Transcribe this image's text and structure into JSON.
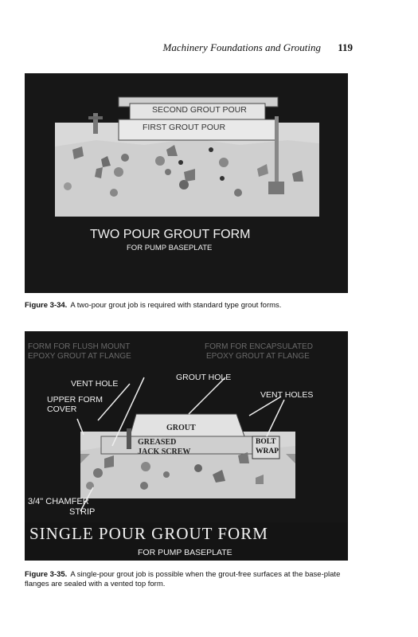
{
  "header": {
    "running_title": "Machinery Foundations and Grouting",
    "page_number": "119"
  },
  "figure_1": {
    "second_pour_label": "SECOND GROUT POUR",
    "first_pour_label": "FIRST GROUT POUR",
    "title": "TWO POUR GROUT FORM",
    "subtitle": "FOR PUMP BASEPLATE",
    "caption_label": "Figure 3-34.",
    "caption_text": "A two-pour grout job is required with standard type grout forms."
  },
  "figure_2": {
    "top_left_label_1": "FORM FOR FLUSH MOUNT",
    "top_left_label_2": "EPOXY GROUT AT FLANGE",
    "top_right_label_1": "FORM FOR ENCAPSULATED",
    "top_right_label_2": "EPOXY GROUT AT FLANGE",
    "vent_hole": "VENT HOLE",
    "grout_hole": "GROUT HOLE",
    "vent_holes": "VENT HOLES",
    "upper_form_1": "UPPER FORM",
    "upper_form_2": "COVER",
    "grout": "GROUT",
    "greased": "GREASED",
    "jack_screw": "JACK SCREW",
    "bolt": "BOLT",
    "wrap": "WRAP",
    "chamfer_1": "3/4\" CHAMFER",
    "chamfer_2": "STRIP",
    "title": "SINGLE POUR GROUT FORM",
    "subtitle": "FOR PUMP BASEPLATE",
    "caption_label": "Figure 3-35.",
    "caption_text": "A single-pour grout job is possible when the grout-free surfaces at the base-plate flanges are sealed with a vented top form."
  }
}
